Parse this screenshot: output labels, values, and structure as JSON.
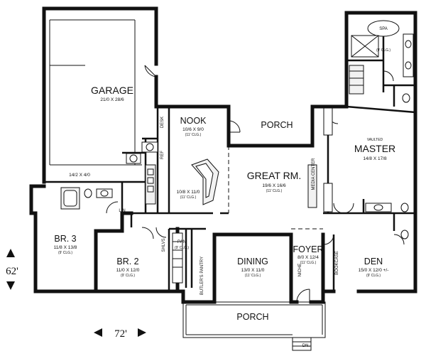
{
  "rooms": {
    "garage": {
      "name": "GARAGE",
      "dim": "21/0 X 28/6"
    },
    "nook": {
      "name": "NOOK",
      "dim": "10/6 X 9/0",
      "clg": "(11' CLG.)"
    },
    "porch_rear": {
      "name": "PORCH"
    },
    "great_rm": {
      "name": "GREAT RM.",
      "dim": "19/6 X 16/6",
      "clg": "(11' CLG.)"
    },
    "master": {
      "name": "MASTER",
      "dim": "14/8 X 17/8",
      "note": "VAULTED"
    },
    "kitchen": {
      "dim": "10/8 X 11/0",
      "clg": "(11' CLG.)"
    },
    "br3": {
      "name": "BR. 3",
      "dim": "11/8 X 13/8",
      "clg": "(9' CLG.)"
    },
    "br2": {
      "name": "BR. 2",
      "dim": "11/0 X 12/0",
      "clg": "(9' CLG.)"
    },
    "dining": {
      "name": "DINING",
      "dim": "13/0 X 11/0",
      "clg": "(11' CLG.)"
    },
    "foyer": {
      "name": "FOYER",
      "dim": "8/0 X 12/4",
      "clg": "(11' CLG.)"
    },
    "den": {
      "name": "DEN",
      "dim": "15/0 X 12/0 +/-",
      "clg": "(9' CLG.)"
    },
    "porch_front": {
      "name": "PORCH"
    },
    "pan": {
      "name": "PAN",
      "clg": "(9' CLG.)"
    },
    "bath_master": {
      "clg": "(9' CLG.)"
    }
  },
  "labels": {
    "garage_storage": "14/2 X 4/0",
    "desk": "DESK",
    "ref": "REF",
    "media_center": "MEDIA CENTER",
    "spa": "SPA",
    "lin": "LIN",
    "shlvs": "SHLVS",
    "butlers_pantry": "BUTLER'S PANTRY",
    "niche": "NICHE",
    "bookcase": "BOOKCASE",
    "dn": "DN."
  },
  "overall": {
    "depth": "62'",
    "width": "72'"
  }
}
